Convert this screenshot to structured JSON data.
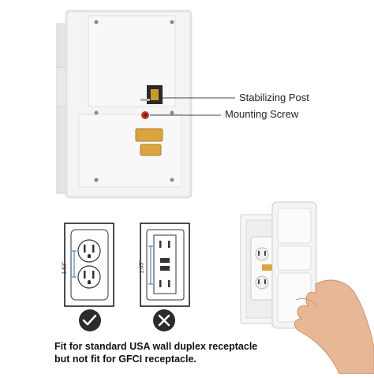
{
  "callouts": {
    "stabilizing_post": "Stabilizing Post",
    "mounting_screw": "Mounting Screw"
  },
  "diagrams": {
    "duplex_dimension": "1.53\"",
    "gfci_dimension": "1.65\""
  },
  "caption": {
    "line1": "Fit for standard USA wall duplex receptacle",
    "line2": "but not fit for GFCI receptacle."
  },
  "icons": {
    "yes": "checkmark-icon",
    "no": "cross-icon"
  },
  "colors": {
    "device": "#f2f2f2",
    "dark_circle": "#2b2b2b",
    "prong": "#d9a441",
    "dimension_blue": "#2a6fb5"
  }
}
